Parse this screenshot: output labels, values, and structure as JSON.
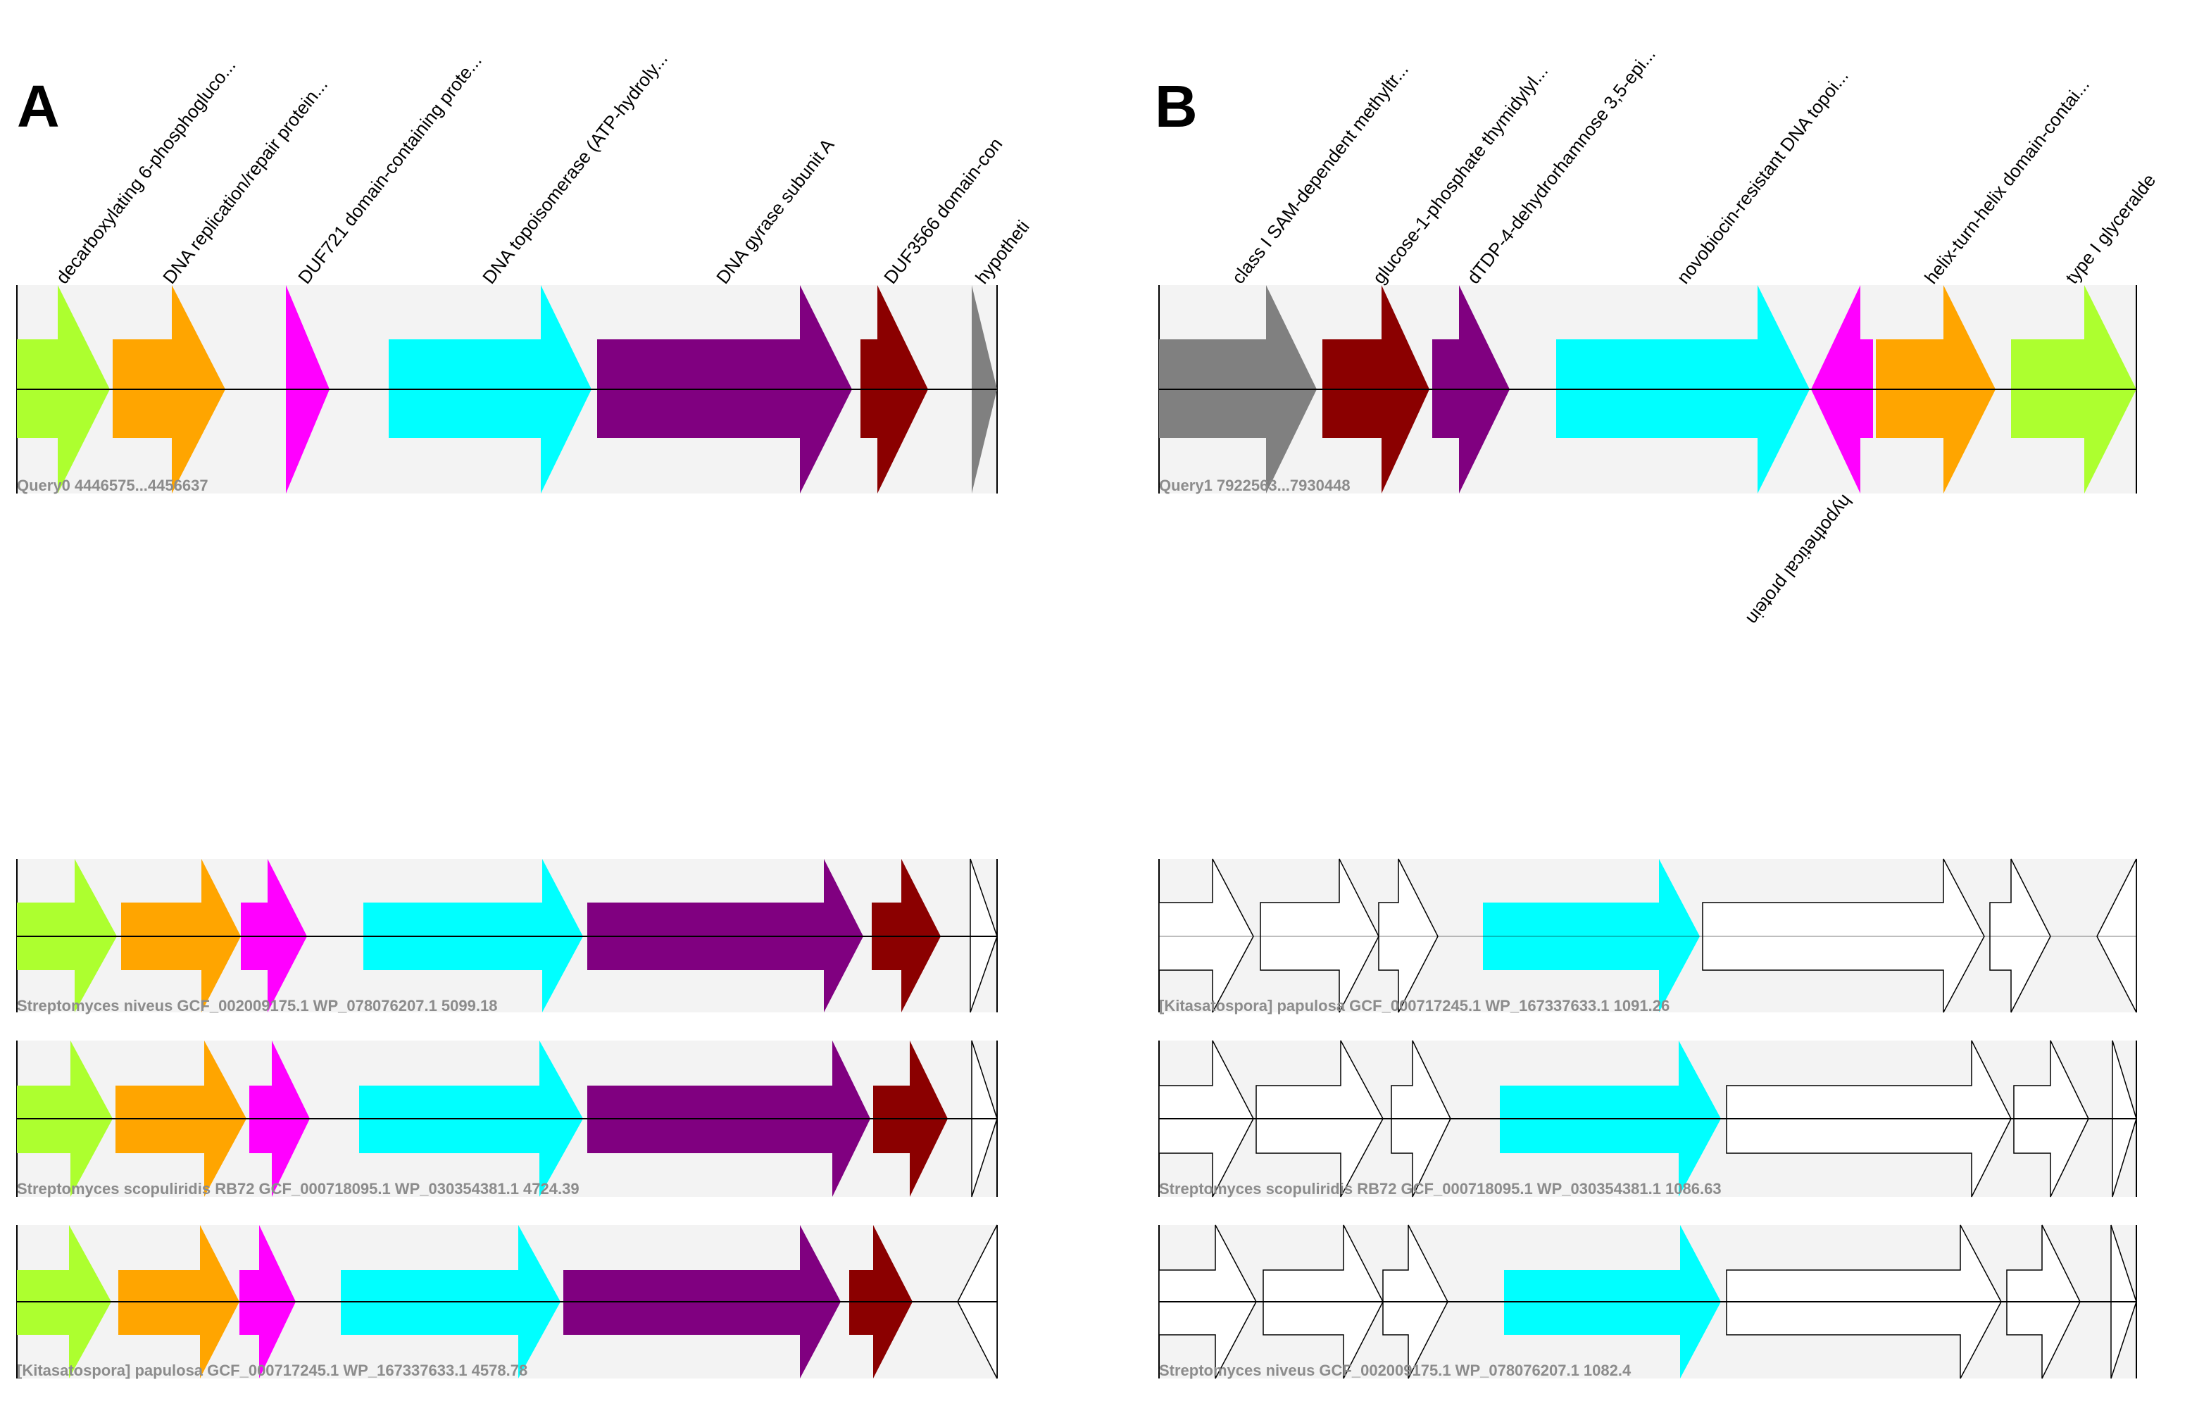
{
  "panels": [
    {
      "letter": "A",
      "query": {
        "label": "Query0 4446575...4456637",
        "genes": [
          {
            "color": "#adff2f",
            "label": "decarboxylating 6-phosphogluco..."
          },
          {
            "color": "#ffa500",
            "label": "DNA replication/repair protein..."
          },
          {
            "color": "#ff00ff",
            "label": "DUF721 domain-containing prote..."
          },
          {
            "color": "#00ffff",
            "label": "DNA topoisomerase (ATP-hydroly..."
          },
          {
            "color": "#800080",
            "label": "DNA gyrase subunit A"
          },
          {
            "color": "#8b0000",
            "label": "DUF3566 domain-con"
          },
          {
            "color": "#808080",
            "label": "hypotheti"
          }
        ]
      },
      "hits": [
        {
          "label": "Streptomyces niveus GCF_002009175.1 WP_078076207.1 5099.18"
        },
        {
          "label": "Streptomyces scopuliridis RB72 GCF_000718095.1 WP_030354381.1 4724.39"
        },
        {
          "label": "[Kitasatospora] papulosa GCF_000717245.1 WP_167337633.1 4578.78"
        }
      ]
    },
    {
      "letter": "B",
      "query": {
        "label": "Query1 7922563...7930448",
        "genes": [
          {
            "color": "#808080",
            "label": "class I SAM-dependent methyltr..."
          },
          {
            "color": "#8b0000",
            "label": "glucose-1-phosphate thymidylyl..."
          },
          {
            "color": "#800080",
            "label": "dTDP-4-dehydrorhamnose 3,5-epi..."
          },
          {
            "color": "#00ffff",
            "label": "novobiocin-resistant DNA topoi..."
          },
          {
            "color": "#ff00ff",
            "label": "hypothetical protein"
          },
          {
            "color": "#ffa500",
            "label": "helix-turn-helix domain-contai..."
          },
          {
            "color": "#adff2f",
            "label": "type I glyceralde"
          }
        ]
      },
      "hits": [
        {
          "label": "[Kitasatospora] papulosa GCF_000717245.1 WP_167337633.1 1091.26"
        },
        {
          "label": "Streptomyces scopuliridis RB72 GCF_000718095.1 WP_030354381.1 1086.63"
        },
        {
          "label": "Streptomyces niveus GCF_002009175.1 WP_078076207.1 1082.4"
        }
      ]
    }
  ],
  "colors": {
    "track_background": "#f3f3f3",
    "axis_line": "#000000",
    "track_label": "#8c8c8c",
    "unmatched_fill": "#ffffff",
    "unmatched_stroke": "#000000"
  }
}
